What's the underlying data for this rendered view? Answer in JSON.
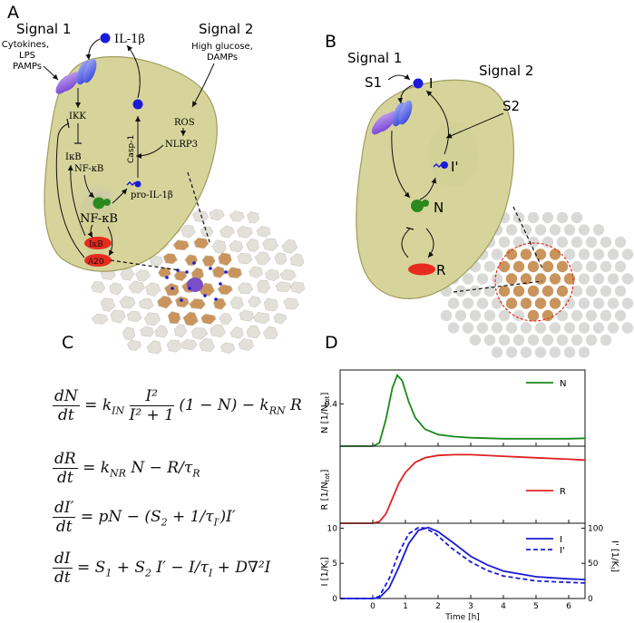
{
  "panels": {
    "A": "A",
    "B": "B",
    "C": "C",
    "D": "D"
  },
  "panelA": {
    "signal1_title": "Signal 1",
    "signal1_sub": [
      "Cytokines,",
      "LPS",
      "PAMPs"
    ],
    "signal2_title": "Signal 2",
    "signal2_sub": [
      "High glucose,",
      "DAMPs"
    ],
    "il1b": "IL-1β",
    "ikk": "IKK",
    "ikb": "IκB",
    "nfkb_small": "NF-κB",
    "ros": "ROS",
    "nlrp3": "NLRP3",
    "casp1": "Casp-1",
    "pro_il1b": "pro-IL-1β",
    "nfkb_big": "NF-κB",
    "ikb_red": "IκB",
    "a20": "A20"
  },
  "panelB": {
    "signal1_title": "Signal 1",
    "signal2_title": "Signal 2",
    "s1": "S1",
    "s2": "S2",
    "i": "I",
    "i_prime": "I'",
    "n": "N",
    "r": "R"
  },
  "equations": {
    "eq1_lhs_num": "dN",
    "eq1_lhs_den": "dt",
    "eq1_a": "= k",
    "eq1_a_sub": "IN",
    "eq1_frac_num": "I²",
    "eq1_frac_den": "I² + 1",
    "eq1_b": "(1 − N) − k",
    "eq1_b_sub": "RN",
    "eq1_c": "R",
    "eq2_lhs_num": "dR",
    "eq2_lhs_den": "dt",
    "eq2_a": "= k",
    "eq2_a_sub": "NR",
    "eq2_b": "N − R/τ",
    "eq2_b_sub": "R",
    "eq3_lhs_num": "dI′",
    "eq3_lhs_den": "dt",
    "eq3_a": "= pN − (S",
    "eq3_a_sub": "2",
    "eq3_b": "+ 1/τ",
    "eq3_b_sub": "I′",
    "eq3_c": ")I′",
    "eq4_lhs_num": "dI",
    "eq4_lhs_den": "dt",
    "eq4_a": "= S",
    "eq4_a_sub": "1",
    "eq4_b": "+ S",
    "eq4_b_sub": "2",
    "eq4_c": "I′ − I/τ",
    "eq4_c_sub": "I",
    "eq4_d": "+ D∇²I"
  },
  "colors": {
    "cell": "#d6d49a",
    "cell_stroke": "#9f9d5e",
    "nfkb": "#2a8a1e",
    "il1b": "#1a1ad8",
    "inhibitor": "#e82b1f",
    "activated_cell": "#c9955c",
    "tissue_cell": "#e3e0d9",
    "series_N": "#1a8a1a",
    "series_R": "#e02020",
    "series_I": "#1a1ad8"
  },
  "chart_data": [
    {
      "type": "line",
      "ylabel": "N   [1/N",
      "ylabel_sub": "tot",
      "ylabel_end": "]",
      "ytick_labels": [
        "0.4"
      ],
      "ylim": [
        0,
        0.72
      ],
      "xlim": [
        -1,
        6.5
      ],
      "series": [
        {
          "name": "N",
          "x": [
            -1,
            0,
            0.2,
            0.4,
            0.6,
            0.75,
            0.9,
            1.1,
            1.3,
            1.6,
            2.0,
            2.5,
            3.0,
            4.0,
            5.0,
            6.0,
            6.5
          ],
          "y": [
            0,
            0,
            0.03,
            0.25,
            0.55,
            0.67,
            0.62,
            0.42,
            0.27,
            0.16,
            0.11,
            0.09,
            0.08,
            0.07,
            0.07,
            0.07,
            0.075
          ]
        }
      ]
    },
    {
      "type": "line",
      "ylabel": "R   [1/N",
      "ylabel_sub": "tot",
      "ylabel_end": "]",
      "ylim": [
        0,
        1
      ],
      "xlim": [
        -1,
        6.5
      ],
      "series": [
        {
          "name": "R",
          "x": [
            -1,
            0,
            0.2,
            0.4,
            0.6,
            0.8,
            1.0,
            1.3,
            1.6,
            2.0,
            2.5,
            3.0,
            4.0,
            5.0,
            6.0,
            6.5
          ],
          "y": [
            0,
            0,
            0.02,
            0.12,
            0.32,
            0.52,
            0.66,
            0.79,
            0.85,
            0.88,
            0.89,
            0.89,
            0.87,
            0.85,
            0.83,
            0.82
          ]
        }
      ]
    },
    {
      "type": "line",
      "ylabel": "I   [1/K",
      "ylabel_sub": "I",
      "ylabel_end": "]",
      "y2label": "I'   [1/K",
      "y2label_sub": "I",
      "y2label_end": "]",
      "xlabel": "Time [h]",
      "x_ticks": [
        0,
        1,
        2,
        3,
        4,
        5,
        6
      ],
      "y_ticks": [
        0,
        5,
        10
      ],
      "y2_ticks": [
        0,
        50,
        100
      ],
      "xlim": [
        -1,
        6.5
      ],
      "ylim": [
        0,
        10.7
      ],
      "y2lim": [
        0,
        107
      ],
      "series": [
        {
          "name": "I",
          "style": "solid",
          "x": [
            -1,
            0,
            0.2,
            0.5,
            0.8,
            1.1,
            1.4,
            1.7,
            2.0,
            2.5,
            3.0,
            3.5,
            4.0,
            5.0,
            6.0,
            6.5
          ],
          "y": [
            0,
            0,
            0.1,
            1.5,
            4.5,
            7.8,
            9.7,
            10.1,
            9.5,
            7.8,
            6.0,
            4.8,
            3.9,
            3.1,
            2.8,
            2.7
          ]
        },
        {
          "name": "I'",
          "style": "dashed",
          "x": [
            -1,
            0,
            0.2,
            0.5,
            0.8,
            1.1,
            1.4,
            1.6,
            1.9,
            2.4,
            3.0,
            3.5,
            4.0,
            5.0,
            6.0,
            6.5
          ],
          "y": [
            0,
            0,
            0.3,
            2.8,
            6.5,
            9.2,
            10.1,
            10.0,
            9.3,
            7.2,
            5.2,
            4.0,
            3.2,
            2.5,
            2.3,
            2.2
          ]
        }
      ]
    }
  ]
}
